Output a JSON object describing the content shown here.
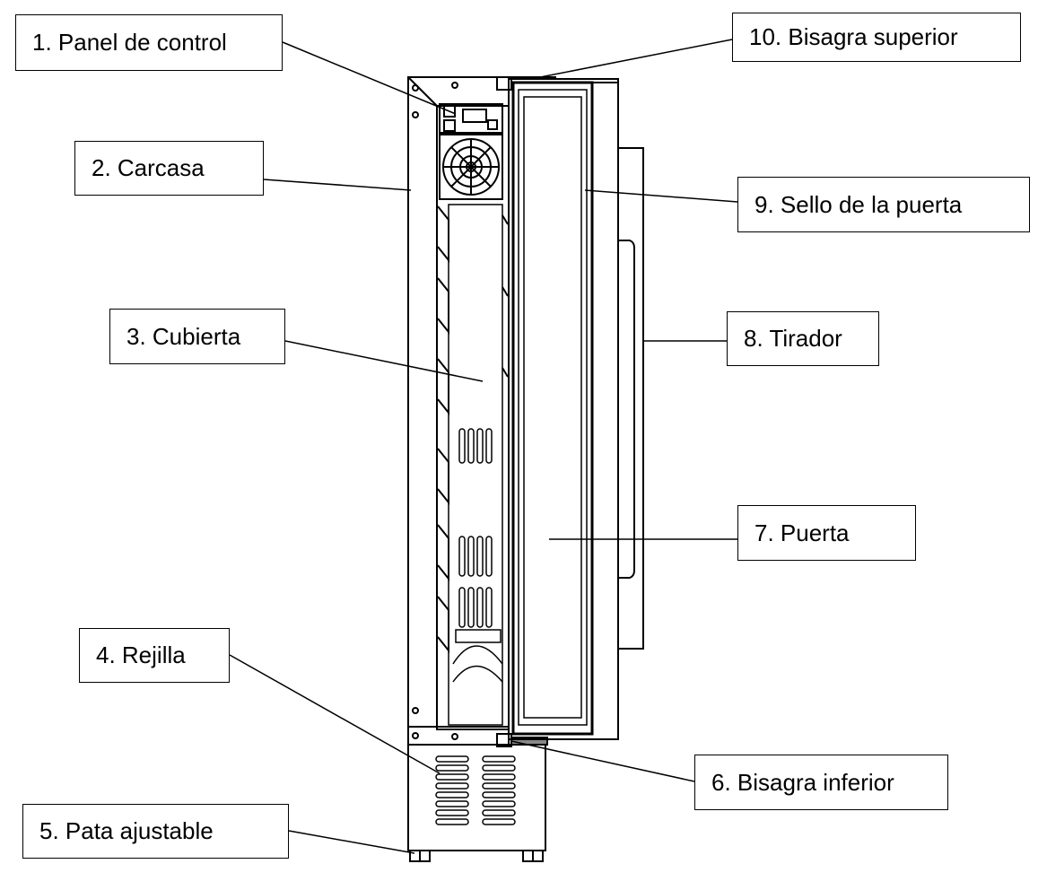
{
  "labels": {
    "panel_control": "1. Panel de control",
    "carcasa": "2. Carcasa",
    "cubierta": "3. Cubierta",
    "rejilla": "4. Rejilla",
    "pata": "5. Pata ajustable",
    "bisagra_inferior": "6. Bisagra inferior",
    "puerta": "7. Puerta",
    "tirador": "8. Tirador",
    "sello": "9. Sello de la puerta",
    "bisagra_superior": "10. Bisagra superior"
  }
}
